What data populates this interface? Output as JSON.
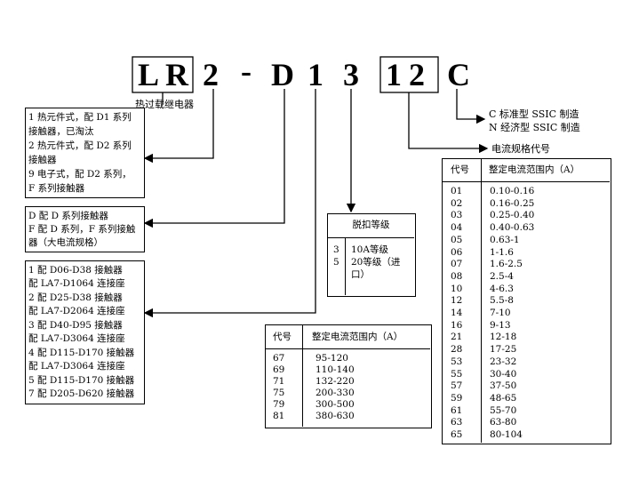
{
  "code": {
    "chars": [
      "L",
      "R",
      "2",
      "-",
      "D",
      "1",
      "3",
      "1",
      "2",
      "C"
    ]
  },
  "labels": {
    "relay": "热过载继电器",
    "option_c": "C 标准型  SSIC 制造",
    "option_n": "N 经济型  SSIC 制造",
    "current_spec": "电流规格代号"
  },
  "series_box": {
    "lines": [
      "1 热元件式，配 D1 系列",
      "   接触器，已淘汰",
      "2 热元件式，配 D2 系列",
      "   接触器",
      "9 电子式，配 D2 系列，",
      "   F 系列接触器"
    ]
  },
  "type_box": {
    "lines": [
      "D 配 D 系列接触器",
      "F 配 D 系列，F 系列接触",
      "器（大电流规格）"
    ]
  },
  "frame_box": {
    "lines": [
      "1 配 D06-D38 接触器",
      "   配 LA7-D1064 连接座",
      "2 配 D25-D38 接触器",
      "   配 LA7-D2064 连接座",
      "3 配 D40-D95 接触器",
      "   配 LA7-D3064 连接座",
      "4 配 D115-D170 接触器",
      "   配 LA7-D3064 连接座",
      "5 配 D115-D170 接触器",
      "7 配 D205-D620 接触器"
    ]
  },
  "trip_table": {
    "header": "脱扣等级",
    "codes": [
      "3",
      "5"
    ],
    "descriptions": [
      "10A等级",
      "20等级（进",
      "口）"
    ]
  },
  "bottom_table": {
    "header_code": "代号",
    "header_range": "整定电流范围内（A）",
    "rows": [
      [
        "67",
        "95-120"
      ],
      [
        "69",
        "110-140"
      ],
      [
        "71",
        "132-220"
      ],
      [
        "75",
        "200-330"
      ],
      [
        "79",
        "300-500"
      ],
      [
        "81",
        "380-630"
      ]
    ]
  },
  "right_table": {
    "header_code": "代号",
    "header_range": "整定电流范围内（A）",
    "rows": [
      [
        "01",
        "0.10-0.16"
      ],
      [
        "02",
        "0.16-0.25"
      ],
      [
        "03",
        "0.25-0.40"
      ],
      [
        "04",
        "0.40-0.63"
      ],
      [
        "05",
        "0.63-1"
      ],
      [
        "06",
        "1-1.6"
      ],
      [
        "07",
        "1.6-2.5"
      ],
      [
        "08",
        "2.5-4"
      ],
      [
        "10",
        "4-6.3"
      ],
      [
        "12",
        "5.5-8"
      ],
      [
        "14",
        "7-10"
      ],
      [
        "16",
        "9-13"
      ],
      [
        "21",
        "12-18"
      ],
      [
        "28",
        "17-25"
      ],
      [
        "53",
        "23-32"
      ],
      [
        "55",
        "30-40"
      ],
      [
        "57",
        "37-50"
      ],
      [
        "59",
        "48-65"
      ],
      [
        "61",
        "55-70"
      ],
      [
        "63",
        "63-80"
      ],
      [
        "65",
        "80-104"
      ]
    ]
  }
}
